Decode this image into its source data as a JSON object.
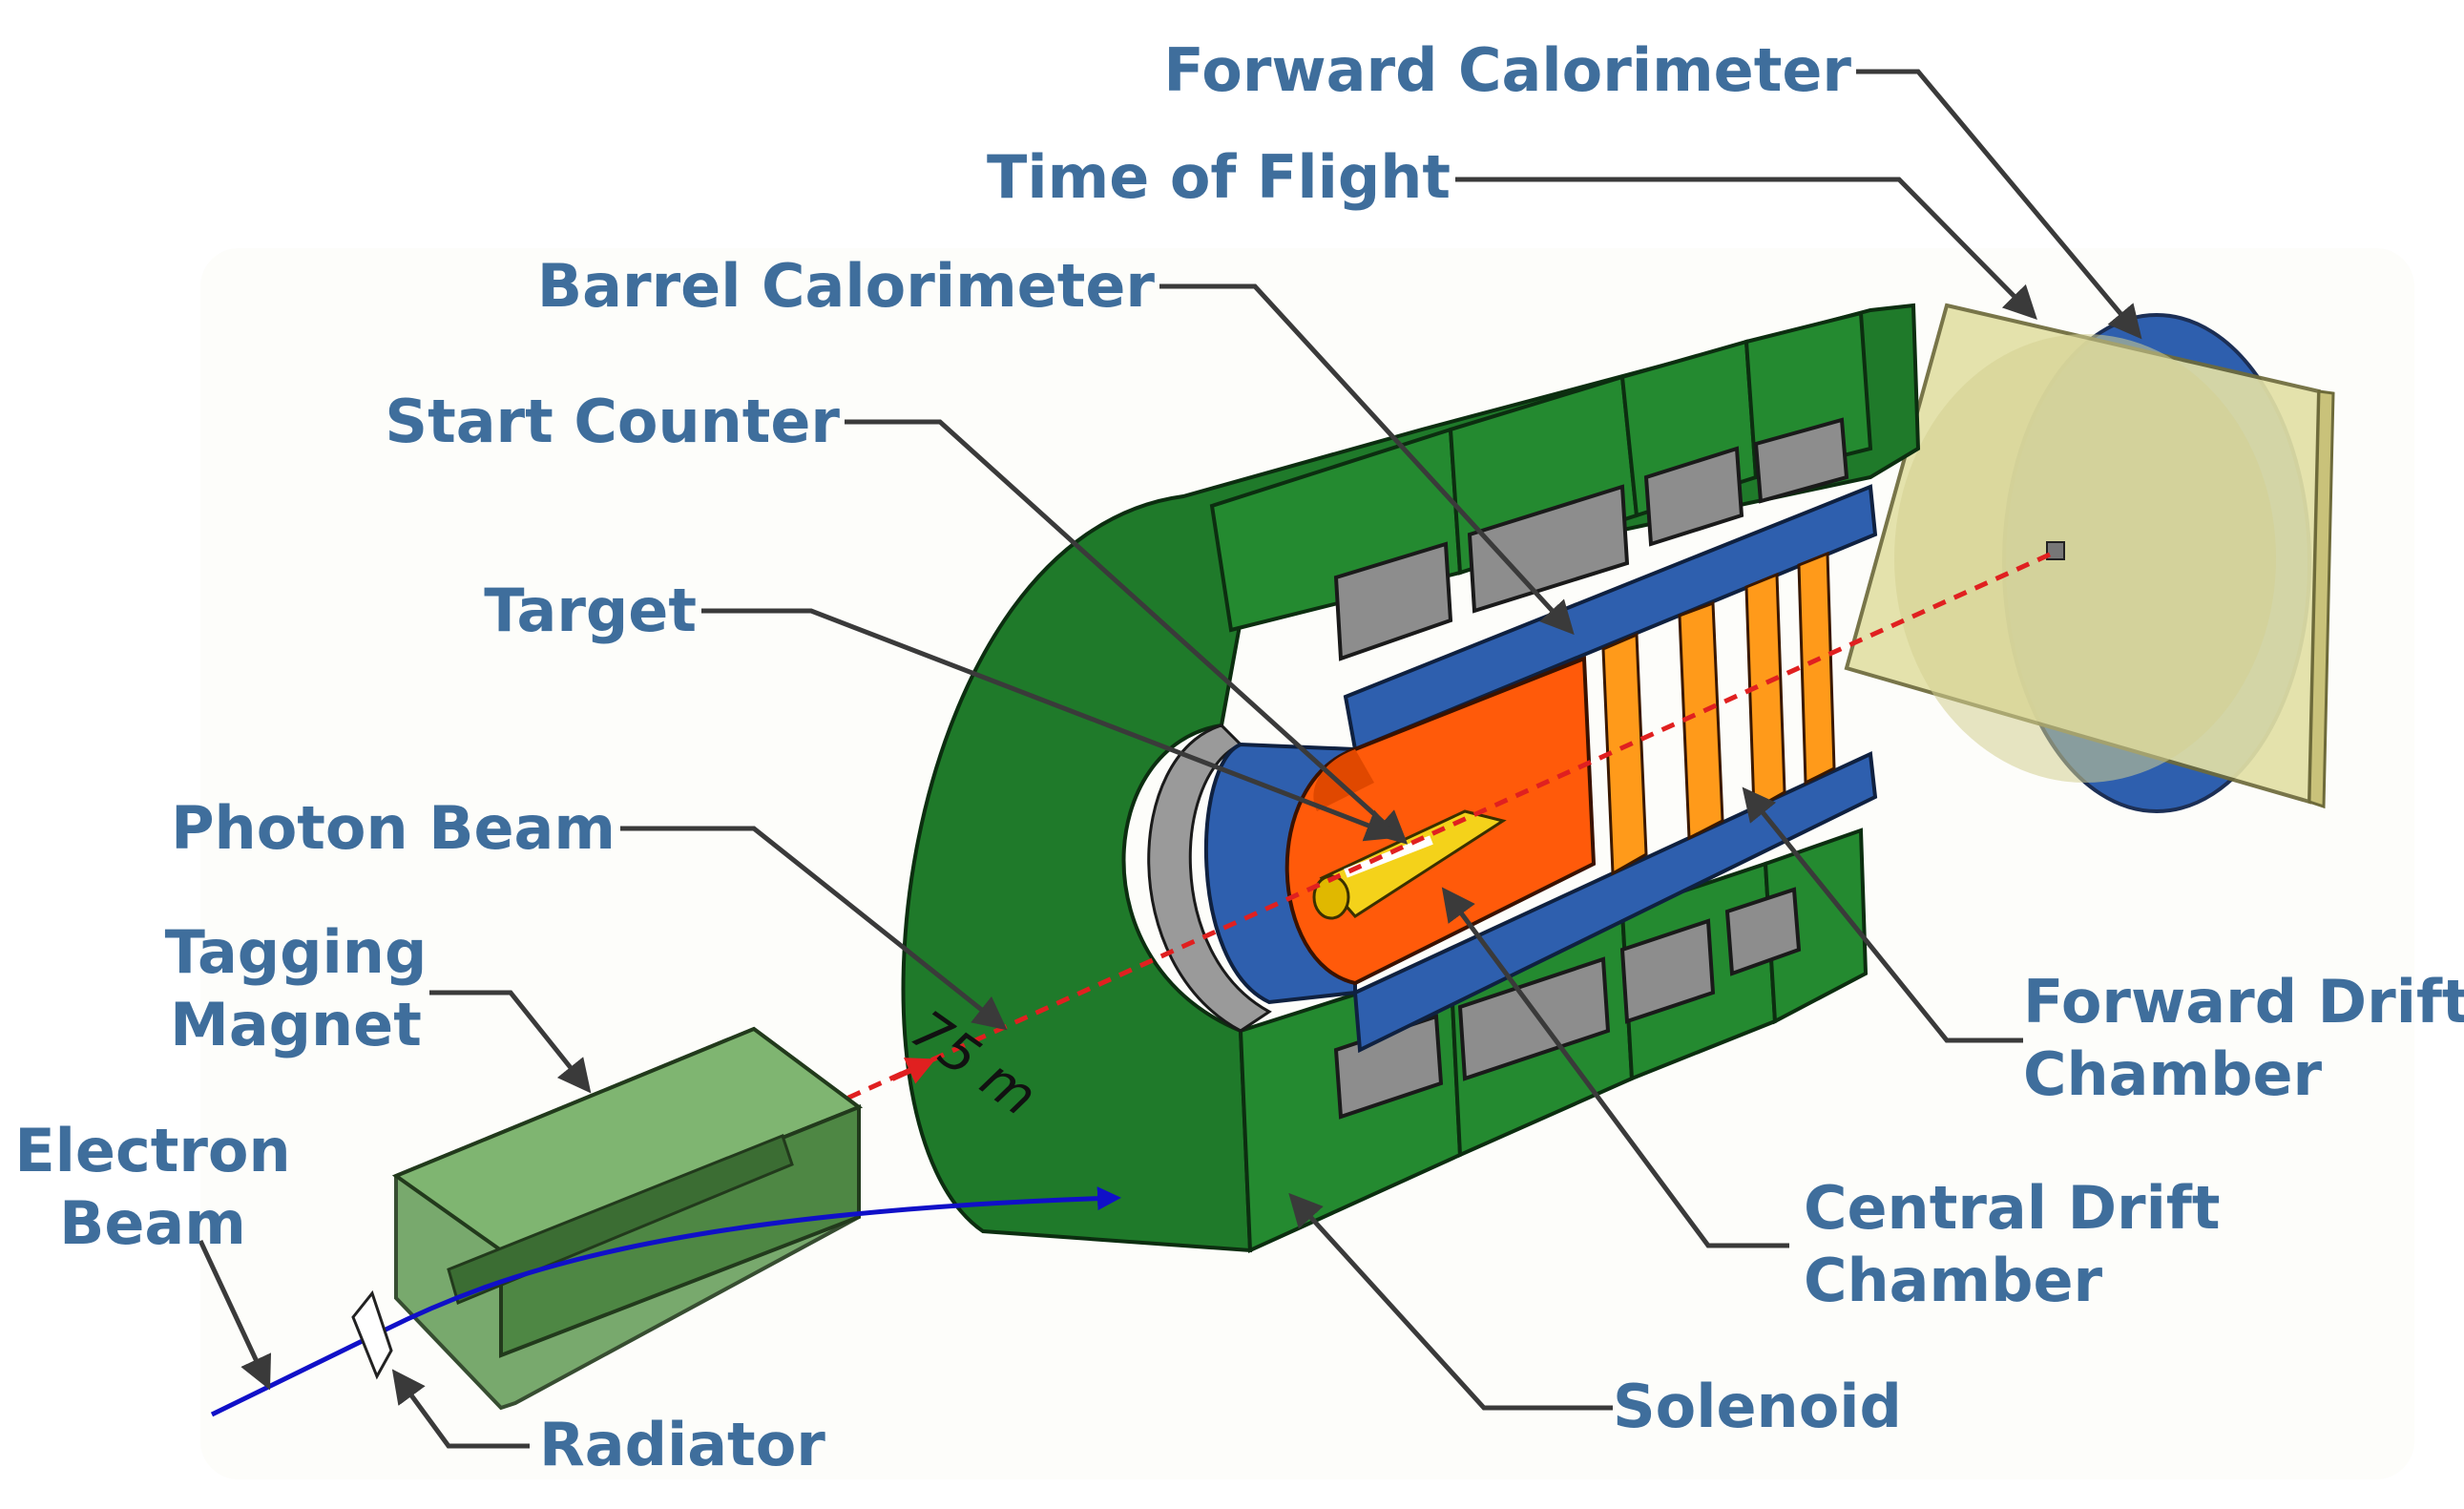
{
  "labels": {
    "forward_calorimeter": "Forward Calorimeter",
    "time_of_flight": "Time of Flight",
    "barrel_calorimeter": "Barrel Calorimeter",
    "start_counter": "Start Counter",
    "target": "Target",
    "photon_beam": "Photon Beam",
    "tagging_magnet": [
      "Tagging",
      "Magnet"
    ],
    "electron_beam": [
      "Electron",
      "Beam"
    ],
    "radiator": "Radiator",
    "forward_drift_chamber": [
      "Forward Drift",
      "Chamber"
    ],
    "central_drift_chamber": [
      "Central Drift",
      "Chamber"
    ],
    "solenoid": "Solenoid",
    "distance": "75 m"
  },
  "colors": {
    "label_text": "#3f6e9c",
    "solenoid_green": "#1f7a2a",
    "barrel_blue": "#2e5fae",
    "central_drift_orange": "#ff5a0a",
    "forward_drift_orange": "#ff9a1a",
    "target_yellow": "#f4d21a",
    "tof_khaki": "#dedca0",
    "electron_beam_blue": "#1010c8",
    "photon_beam_red": "#e02020",
    "tagging_magnet_green": "#5e9a52",
    "leader_line": "#3a3a3a"
  }
}
